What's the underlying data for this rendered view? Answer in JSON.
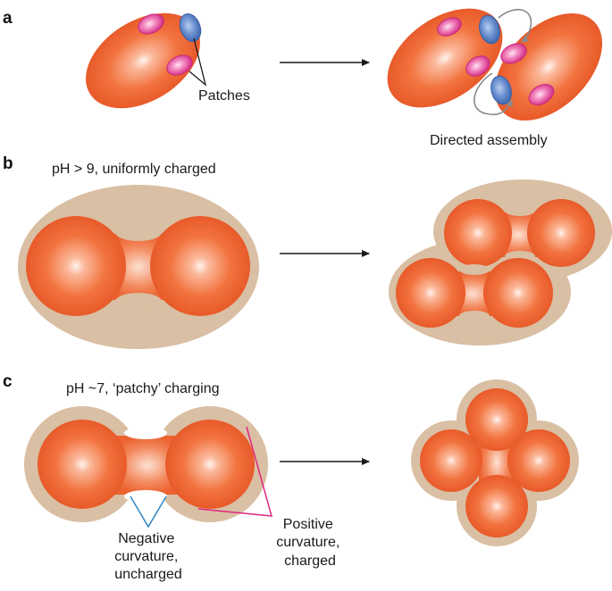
{
  "panels": {
    "a": {
      "letter": "a",
      "patches_label": "Patches",
      "assembly_label": "Directed assembly"
    },
    "b": {
      "letter": "b",
      "condition_label": "pH > 9, uniformly charged"
    },
    "c": {
      "letter": "c",
      "condition_label": "pH ~7, ‘patchy’ charging",
      "negative_label": [
        "Negative",
        "curvature,",
        "uncharged"
      ],
      "positive_label": [
        "Positive",
        "curvature,",
        "charged"
      ]
    }
  },
  "colors": {
    "particle": "#ee5a2c",
    "particle_highlight": "#fff0ea",
    "shell": "#d9bfa3",
    "pink_patch": "#e8479a",
    "blue_patch": "#4f7bc4",
    "arrow": "#1a1a1a",
    "negative_callout": "#2e86c1",
    "positive_callout": "#e0267f"
  }
}
